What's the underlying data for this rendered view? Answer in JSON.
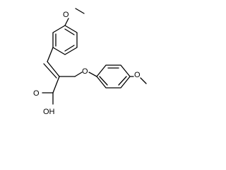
{
  "diagram": {
    "type": "chemical-structure",
    "atom_labels": {
      "top_methoxy_oxygen": "O",
      "ether_oxygen": "O",
      "right_methoxy_oxygen": "O",
      "carbonyl_oxygen": "O",
      "hydroxyl": "OH"
    }
  }
}
